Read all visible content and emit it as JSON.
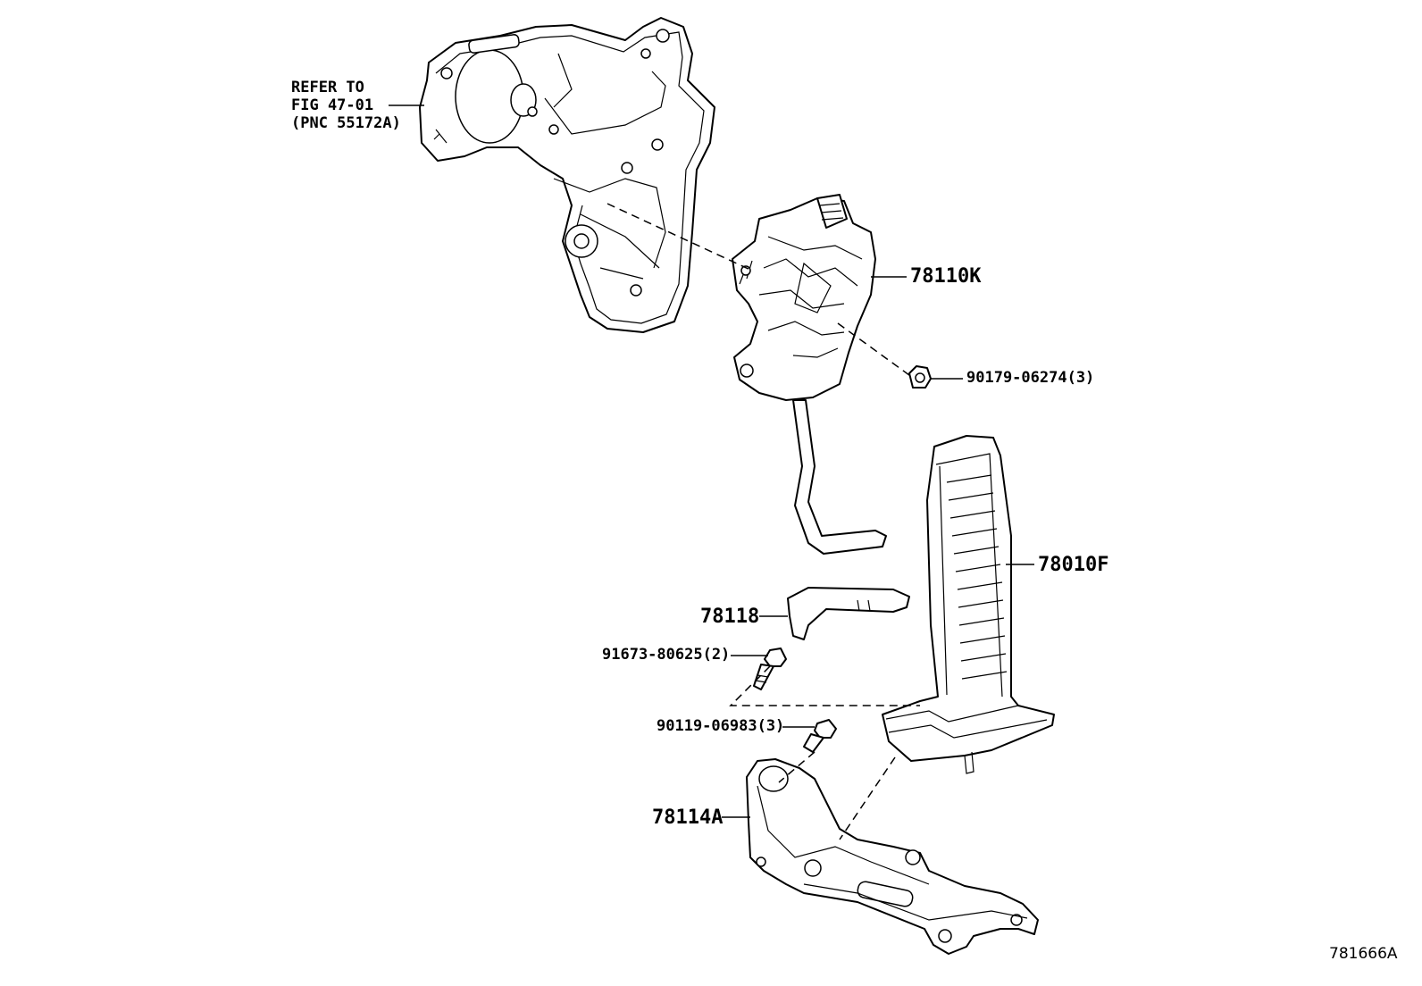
{
  "refer_note": {
    "line1": "REFER TO",
    "line2": "FIG 47-01",
    "line3": "(PNC 55172A)"
  },
  "parts": {
    "sensor": "78110K",
    "nut": "90179-06274(3)",
    "pedal": "78010F",
    "cover": "78118",
    "bolt_a": "91673-80625(2)",
    "bolt_b": "90119-06983(3)",
    "bracket": "78114A"
  },
  "illustration_code": "781666A"
}
